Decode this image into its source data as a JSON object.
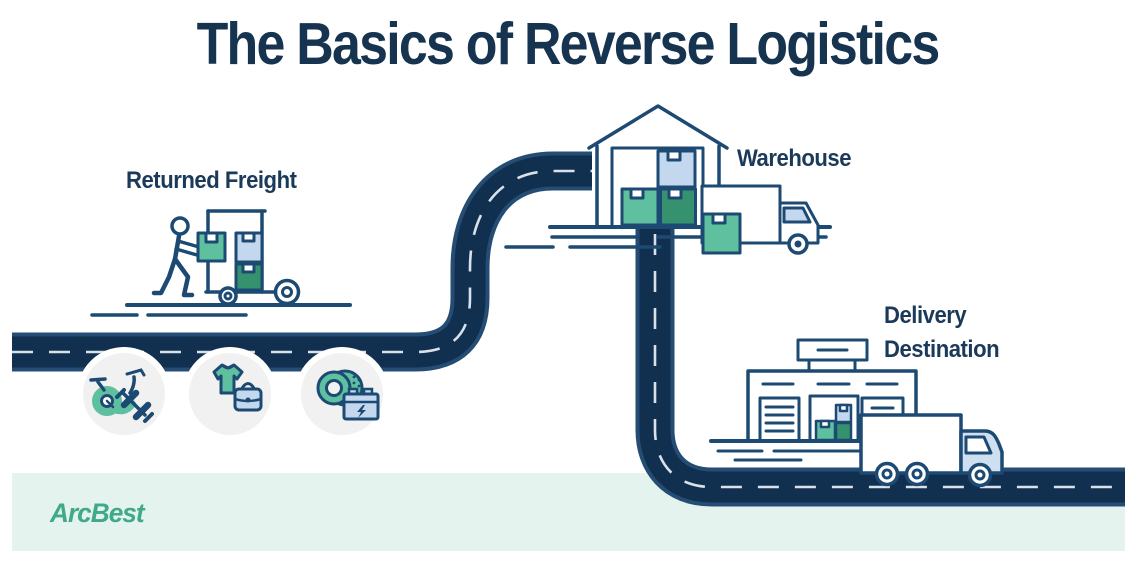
{
  "title": "The Basics of Reverse Logistics",
  "stations": {
    "returned_freight": {
      "label": "Returned Freight"
    },
    "warehouse": {
      "label": "Warehouse"
    },
    "delivery_destination": {
      "label_line1": "Delivery",
      "label_line2": "Destination"
    }
  },
  "returned_items": {
    "item1": "exercise-bike-and-dumbbell",
    "item2": "t-shirt-and-handbag",
    "item3": "tire-and-car-battery"
  },
  "brand": {
    "logo_text": "ArcBest"
  },
  "colors": {
    "heading_navy": "#16334f",
    "outline_navy": "#1d4a73",
    "road_body": "#112f4e",
    "road_edge": "#254d73",
    "road_dash": "#d9e2eb",
    "teal": "#5fc0a0",
    "dark_green": "#35916e",
    "light_blue": "#c3d8ef",
    "circle_gray": "#f1f1f1",
    "mint_band": "#e4f3ed",
    "brand_green": "#3fa98a"
  }
}
